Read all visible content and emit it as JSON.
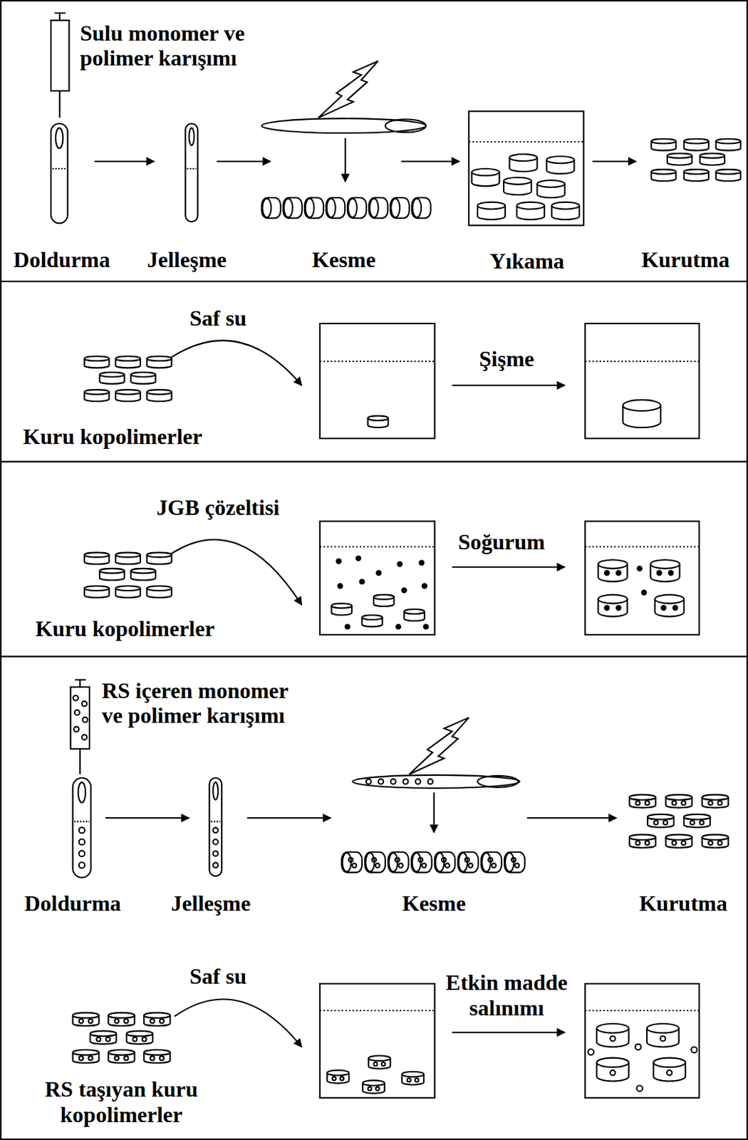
{
  "diagram": {
    "labels": [
      "Sulu monomer ve polimer karışımı",
      "Doldurma",
      "Jelleşme",
      "Kesme",
      "Yıkama",
      "Kurutma",
      "Saf su",
      "Şişme",
      "Kuru kopolimerler",
      "JGB çözeltisi",
      "Soğurum",
      "Kuru kopolimerler",
      "RS içeren monomer ve polimer karışımı",
      "Doldurma",
      "Jelleşme",
      "Kesme",
      "Kurutma",
      "Saf su",
      "Etkin madde salınımı",
      "RS taşıyan kuru kopolimerler"
    ]
  }
}
